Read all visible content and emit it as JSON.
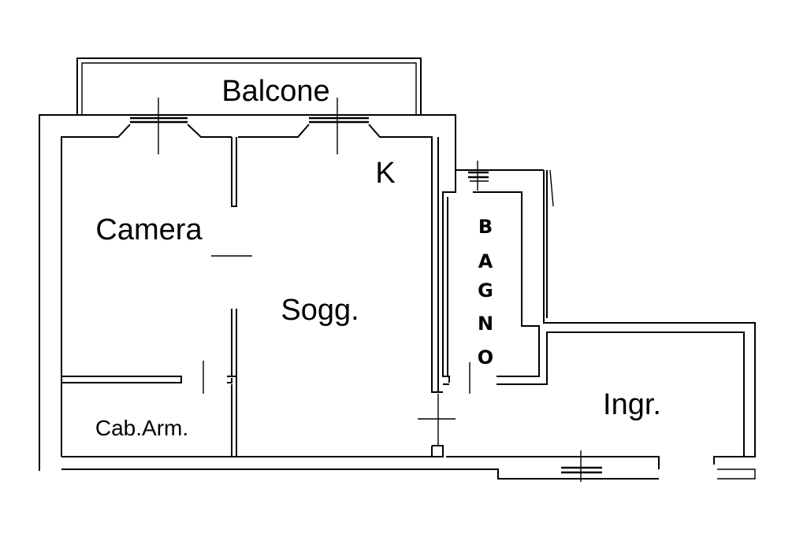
{
  "plan": {
    "rooms": {
      "balcone": "Balcone",
      "kitchen": "K",
      "camera": "Camera",
      "soggiorno": "Sogg.",
      "bagno_letters": [
        "B",
        "A",
        "G",
        "N",
        "O"
      ],
      "cabina_armadio": "Cab.Arm.",
      "ingresso": "Ingr."
    }
  }
}
